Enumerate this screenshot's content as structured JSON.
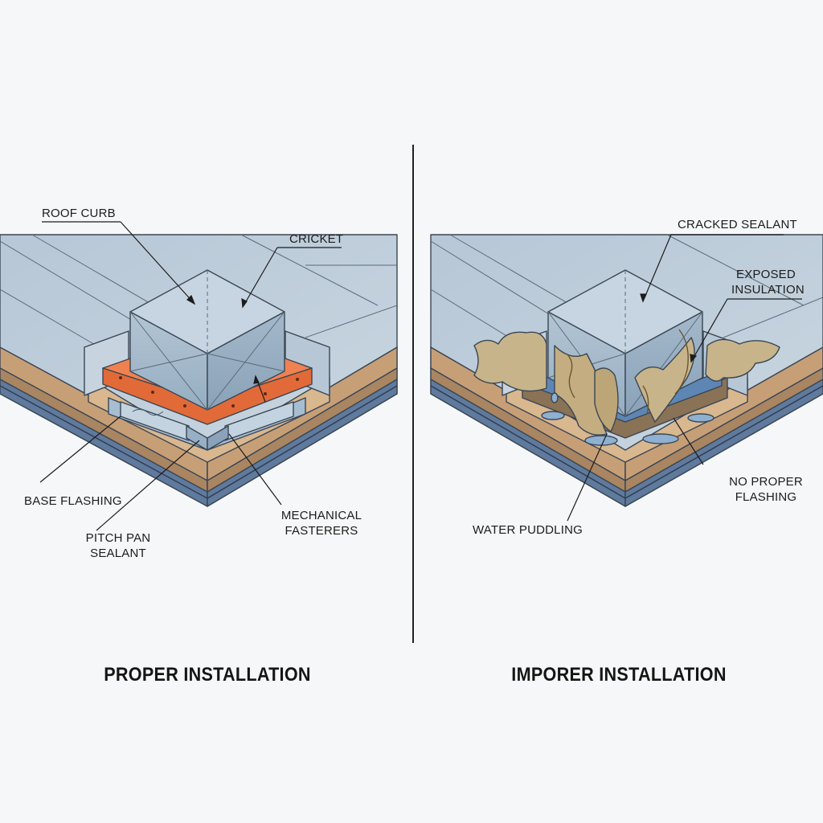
{
  "left_panel": {
    "caption": "PROPER INSTALLATION",
    "labels": {
      "roof_curb": "ROOF CURB",
      "cricket": "CRICKET",
      "base_flashing": "BASE FLASHING",
      "pitch_pan_1": "PITCH PAN",
      "pitch_pan_2": "SEALANT",
      "mechanical_1": "MECHANICAL",
      "mechanical_2": "FASTERERS"
    }
  },
  "right_panel": {
    "caption": "IMPORER INSTALLATION",
    "labels": {
      "cracked_sealant": "CRACKED SEALANT",
      "exposed_1": "EXPOSED",
      "exposed_2": "INSULATION",
      "no_proper_1": "NO PROPER",
      "no_proper_2": "FLASHING",
      "water_puddling": "WATER PUDDLING"
    }
  },
  "colors": {
    "roof_membrane": "#b6c6d4",
    "curb_face": "#a9bccb",
    "flashing_orange": "#e26a38",
    "insulation_tan": "#c9a27b",
    "deck_blue": "#5f7a9c",
    "damaged_sealant": "#c8b48a",
    "water": "#8fb0d0"
  }
}
